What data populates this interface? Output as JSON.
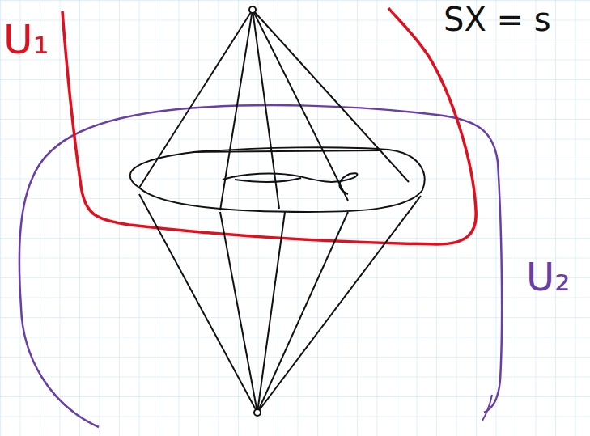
{
  "diagram": {
    "labels": [
      "U₁",
      "U₂",
      "SX = s"
    ]
  }
}
